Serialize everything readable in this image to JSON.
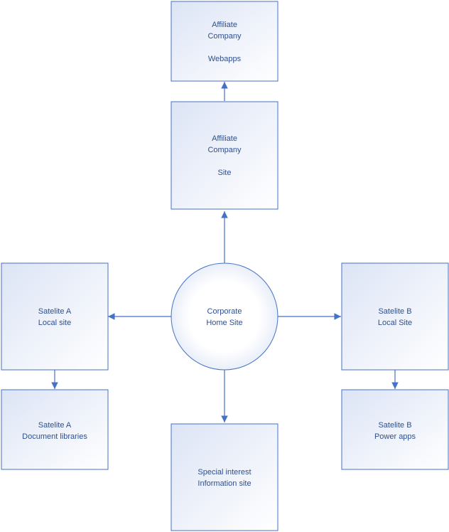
{
  "colors": {
    "stroke": "#4472C4",
    "fill_light": "#FFFFFF",
    "fill_dark": "#DCE4F5",
    "text": "#2F4F8F"
  },
  "nodes": {
    "affiliate_webapps": {
      "lines": [
        "Affiliate",
        "Company",
        "",
        "Webapps"
      ]
    },
    "affiliate_site": {
      "lines": [
        "Affiliate",
        "Company",
        "",
        "Site"
      ]
    },
    "corporate_home": {
      "lines": [
        "Corporate",
        "Home Site"
      ]
    },
    "satelite_a_local": {
      "lines": [
        "Satelite A",
        "Local site"
      ]
    },
    "satelite_a_docs": {
      "lines": [
        "Satelite A",
        "Document libraries"
      ]
    },
    "satelite_b_local": {
      "lines": [
        "Satelite B",
        "Local Site"
      ]
    },
    "satelite_b_power": {
      "lines": [
        "Satelite B",
        "Power apps"
      ]
    },
    "special_interest": {
      "lines": [
        "Special interest",
        "Information site"
      ]
    }
  }
}
